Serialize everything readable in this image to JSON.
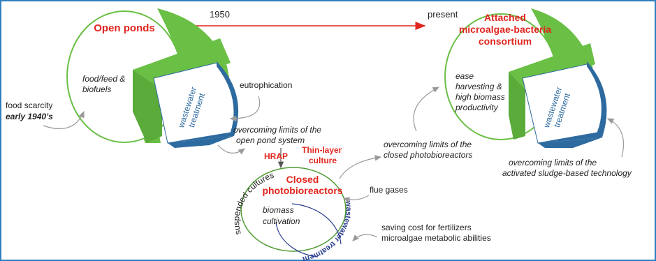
{
  "timeline": {
    "start_label": "1950",
    "end_label": "present"
  },
  "open_ponds": {
    "title": "Open ponds",
    "inner_line1": "food/feed &",
    "inner_line2": "biofuels",
    "ww_line1": "wastewater",
    "ww_line2": "treatment"
  },
  "attached": {
    "title_line1": "Attached",
    "title_line2": "microalgae-bacteria",
    "title_line3": "consortium",
    "inner_line1": "ease",
    "inner_line2": "harvesting &",
    "inner_line3": "high biomass",
    "inner_line4": "productivity",
    "ww_line1": "wastewater",
    "ww_line2": "treatment"
  },
  "closed": {
    "title_line1": "Closed",
    "title_line2": "photobioreactors",
    "inner_line1": "biomass",
    "inner_line2": "cultivation",
    "suspended": "suspended cultures",
    "ww_curved": "wastewater treatment"
  },
  "labels": {
    "food_scarcity": "food scarcity",
    "early_1940s": "early 1940’s",
    "eutrophication": "eutrophication",
    "open_limits_1": "overcoming limits of the",
    "open_limits_2": "open pond system",
    "hrap": "HRAP",
    "thin_layer_1": "Thin-layer",
    "thin_layer_2": "culture",
    "closed_limits_1": "overcoming limits of the",
    "closed_limits_2": "closed photobioreactors",
    "sludge_limits_1": "overcoming limits of the",
    "sludge_limits_2": "activated sludge-based technology",
    "flue_gases": "flue gases",
    "saving_cost": "saving cost for fertilizers",
    "metabolic": "microalgae metabolic abilities"
  },
  "colors": {
    "frame": "#2e7fc0",
    "green": "#6abf45",
    "green_dark": "#4e9a32",
    "blue": "#2d6aa0",
    "red": "#e0261f",
    "text": "#222222",
    "arrow_gray": "#9a9a9a",
    "navy_text": "#2b3d8f"
  }
}
